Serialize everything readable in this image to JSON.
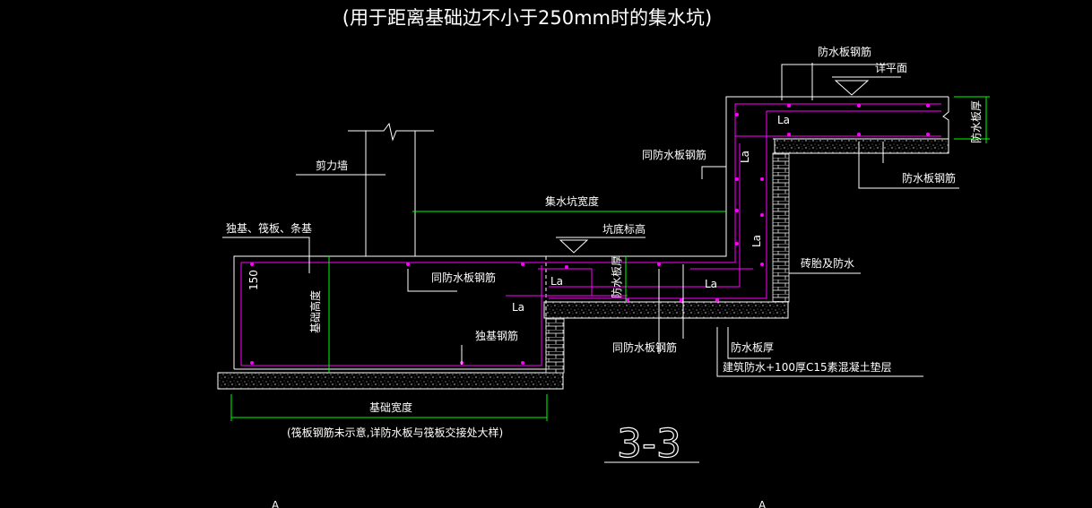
{
  "title": "(用于距离基础边不小于250mm时的集水坑)",
  "section_label": "3-3",
  "labels": {
    "waterproof_rebar": "防水板钢筋",
    "see_plan": "详平面",
    "waterproof_thick_right": "防水板厚",
    "la": "La",
    "same_waterproof_rebar": "同防水板钢筋",
    "shear_wall": "剪力墙",
    "pit_width": "集水坑宽度",
    "foundation_types": "独基、筏板、条基",
    "pit_bottom_elev": "坑底标高",
    "brick_waterproof": "砖胎及防水",
    "dim_150": "150",
    "foundation_height": "基础高度",
    "waterproof_thick_mid": "防水板厚",
    "isolated_rebar": "独基钢筋",
    "waterproof_thick_bottom": "防水板厚",
    "cushion": "建筑防水+100厚C15素混凝土垫层",
    "foundation_width": "基础宽度",
    "note": "(筏板钢筋未示意,详防水板与筏板交接处大样)",
    "marker_a1": "A",
    "marker_a2": "A"
  },
  "colors": {
    "background": "#000000",
    "outline": "#ffffff",
    "rebar": "#ff00ff",
    "dimension": "#00ff00"
  }
}
